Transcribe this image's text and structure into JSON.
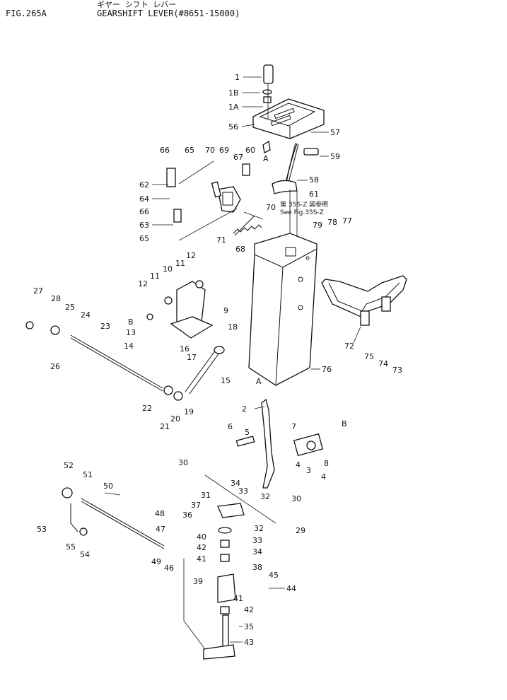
{
  "header": {
    "figure": "FIG.265A",
    "title_jp": "ギヤー シフト レバー",
    "title": "GEARSHIFT LEVER(#8651-15000)"
  },
  "reference_note": {
    "jp": "第 35S-Z 図参照",
    "en": "See Fig.35S-Z"
  },
  "callouts": [
    "1",
    "1B",
    "1A",
    "56",
    "57",
    "59",
    "58",
    "61",
    "60",
    "70",
    "69",
    "67",
    "66",
    "65",
    "62",
    "64",
    "63",
    "71",
    "68",
    "79",
    "78",
    "77",
    "12",
    "11",
    "10",
    "9",
    "27",
    "28",
    "25",
    "24",
    "23",
    "26",
    "8",
    "13",
    "14",
    "16",
    "17",
    "18",
    "15",
    "22",
    "20",
    "19",
    "21",
    "76",
    "72",
    "75",
    "74",
    "73",
    "2",
    "6",
    "5",
    "7",
    "3",
    "4",
    "30",
    "34",
    "33",
    "32",
    "52",
    "51",
    "50",
    "53",
    "55",
    "54",
    "31",
    "37",
    "36",
    "48",
    "47",
    "49",
    "46",
    "40",
    "42",
    "41",
    "39",
    "38",
    "45",
    "44",
    "35",
    "43",
    "29"
  ],
  "markers": [
    "A",
    "B"
  ]
}
